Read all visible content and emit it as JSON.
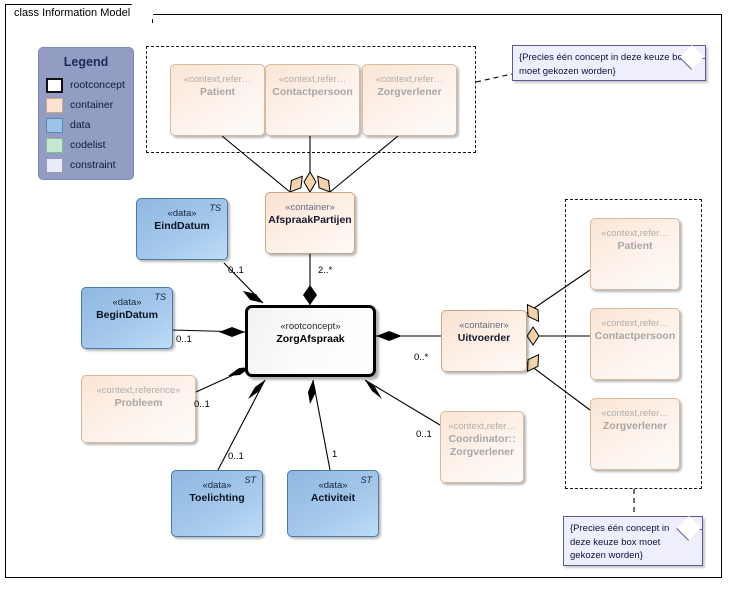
{
  "diagram": {
    "title": "class Information Model"
  },
  "legend": {
    "title": "Legend",
    "items": [
      {
        "key": "rootconcept",
        "label": "rootconcept",
        "color": "#ffffff"
      },
      {
        "key": "container",
        "label": "container",
        "color": "#fbe3cf"
      },
      {
        "key": "data",
        "label": "data",
        "color": "#9dc3e6"
      },
      {
        "key": "codelist",
        "label": "codelist",
        "color": "#c6e7d2"
      },
      {
        "key": "constraint",
        "label": "constraint",
        "color": "#eaeaf8"
      }
    ]
  },
  "nodes": {
    "top_patient": {
      "stereotype": "«context,refer…",
      "name": "Patient"
    },
    "top_contactpersoon": {
      "stereotype": "«context,refer…",
      "name": "Contactpersoon"
    },
    "top_zorgverlener": {
      "stereotype": "«context,refer…",
      "name": "Zorgverlener"
    },
    "afspraakpartijen": {
      "stereotype": "«container»",
      "name": "AfspraakPartijen"
    },
    "einddatum": {
      "stereotype": "«data»",
      "name": "EindDatum",
      "corner": "TS"
    },
    "begindatum": {
      "stereotype": "«data»",
      "name": "BeginDatum",
      "corner": "TS"
    },
    "probleem": {
      "stereotype": "«context,reference»",
      "name": "Probleem"
    },
    "zorgafspraak": {
      "stereotype": "«rootconcept»",
      "name": "ZorgAfspraak"
    },
    "toelichting": {
      "stereotype": "«data»",
      "name": "Toelichting",
      "corner": "ST"
    },
    "activiteit": {
      "stereotype": "«data»",
      "name": "Activiteit",
      "corner": "ST"
    },
    "uitvoerder": {
      "stereotype": "«container»",
      "name": "Uitvoerder"
    },
    "coordinator": {
      "stereotype": "«context,refer…",
      "name_line1": "Coordinator::",
      "name_line2": "Zorgverlener"
    },
    "right_patient": {
      "stereotype": "«context,refer…",
      "name": "Patient"
    },
    "right_contactpersoon": {
      "stereotype": "«context,refer…",
      "name": "Contactpersoon"
    },
    "right_zorgverlener": {
      "stereotype": "«context,refer…",
      "name": "Zorgverlener"
    }
  },
  "multiplicities": {
    "einddatum": "0..1",
    "afspraakpartijen": "2..*",
    "begindatum": "0..1",
    "probleem": "0..1",
    "toelichting": "0..1",
    "activiteit": "1",
    "uitvoerder": "0..*",
    "coordinator": "0..1"
  },
  "notes": {
    "top": "{Precies één concept in deze keuze box moet gekozen worden}",
    "bottom": "{Precies één concept in deze keuze box moet gekozen worden}"
  }
}
